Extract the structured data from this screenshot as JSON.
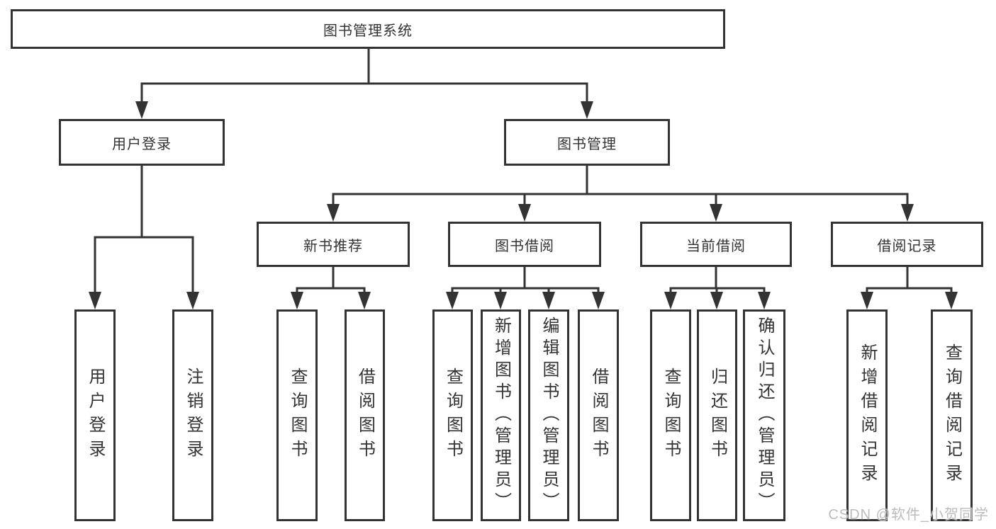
{
  "tree": {
    "root": {
      "label": "图书管理系统",
      "children": [
        {
          "label": "用户登录",
          "children": [
            {
              "label": "用户登录"
            },
            {
              "label": "注销登录"
            }
          ]
        },
        {
          "label": "图书管理",
          "children": [
            {
              "label": "新书推荐",
              "children": [
                {
                  "label": "查询图书"
                },
                {
                  "label": "借阅图书"
                }
              ]
            },
            {
              "label": "图书借阅",
              "children": [
                {
                  "label": "查询图书"
                },
                {
                  "label": "新增图书（管理员）"
                },
                {
                  "label": "编辑图书（管理员）"
                },
                {
                  "label": "借阅图书"
                }
              ]
            },
            {
              "label": "当前借阅",
              "children": [
                {
                  "label": "查询图书"
                },
                {
                  "label": "归还图书"
                },
                {
                  "label": "确认归还（管理员）"
                }
              ]
            },
            {
              "label": "借阅记录",
              "children": [
                {
                  "label": "新增借阅记录"
                },
                {
                  "label": "查询借阅记录"
                }
              ]
            }
          ]
        }
      ]
    }
  },
  "watermark": {
    "text": "CSDN @软件_小贺同学"
  },
  "colors": {
    "line": "#333333",
    "box_border": "#333333",
    "text": "#333333",
    "watermark": "#bcbcbc",
    "background": "#ffffff"
  }
}
